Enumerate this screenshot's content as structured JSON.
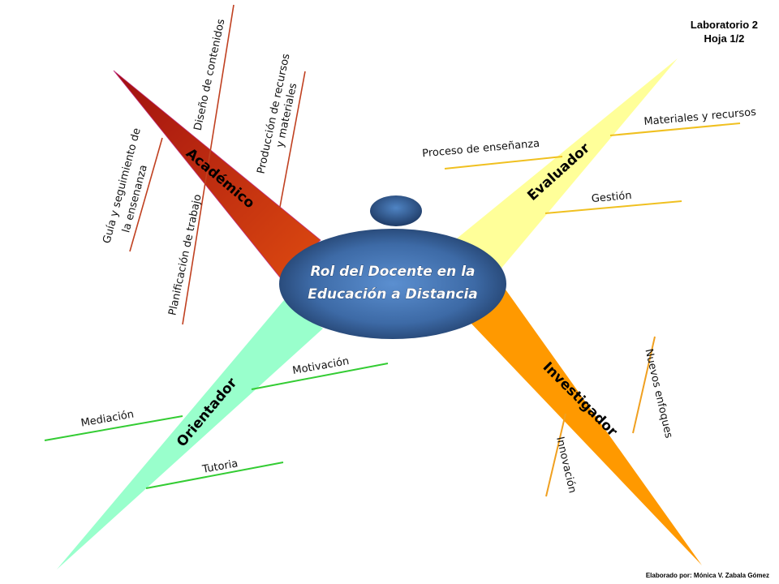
{
  "header": {
    "lab": "Laboratorio 2",
    "sheet": "Hoja 1/2"
  },
  "center": {
    "line1": "Rol del Docente en la",
    "line2": "Educación a Distancia"
  },
  "branches": {
    "academico": {
      "label": "Académico",
      "color": "#d03a10",
      "items": {
        "diseno": "Diseño de contenidos",
        "produccion1": "Producción de recursos",
        "produccion2": "y materiales",
        "guia1": "Guía y seguimiento de",
        "guia2": "la ensenanza",
        "planificacion": "Planificación de trabajo"
      }
    },
    "evaluador": {
      "label": "Evaluador",
      "color": "#ffff99",
      "items": {
        "materiales": "Materiales y recursos",
        "proceso": "Proceso de enseñanza",
        "gestion": "Gestión"
      }
    },
    "orientador": {
      "label": "Orientador",
      "color": "#99ffcc",
      "items": {
        "motivacion": "Motivación",
        "mediacion": "Mediación",
        "tutoria": "Tutoria"
      }
    },
    "investigador": {
      "label": "Investigador",
      "color": "#ff9900",
      "items": {
        "nuevos": "Nuevos enfoques",
        "innovacion": "Innovación"
      }
    }
  },
  "footer": {
    "credit": "Elaborado por: Mónica V. Zabala Gómez"
  }
}
